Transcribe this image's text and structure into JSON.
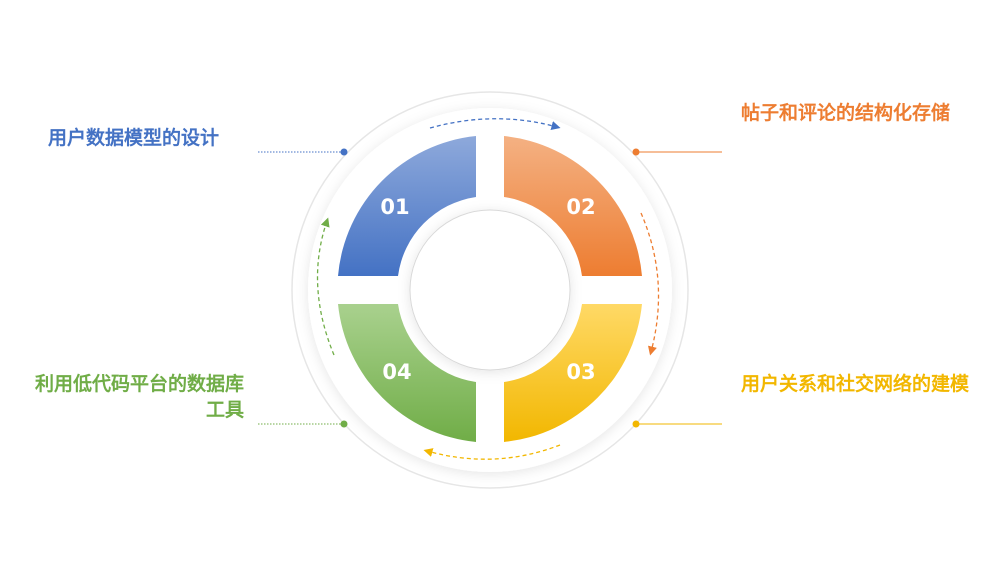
{
  "items": [
    {
      "number": "01",
      "title": "用户数据模型的设计",
      "color": "#4472C4"
    },
    {
      "number": "02",
      "title": "帖子和评论的结构化存储",
      "color": "#ED7D31"
    },
    {
      "number": "03",
      "title": "用户关系和社交网络的建模",
      "color": "#F2B700"
    },
    {
      "number": "04",
      "title": "利用低代码平台的数据库工具",
      "color": "#70AD47"
    }
  ]
}
